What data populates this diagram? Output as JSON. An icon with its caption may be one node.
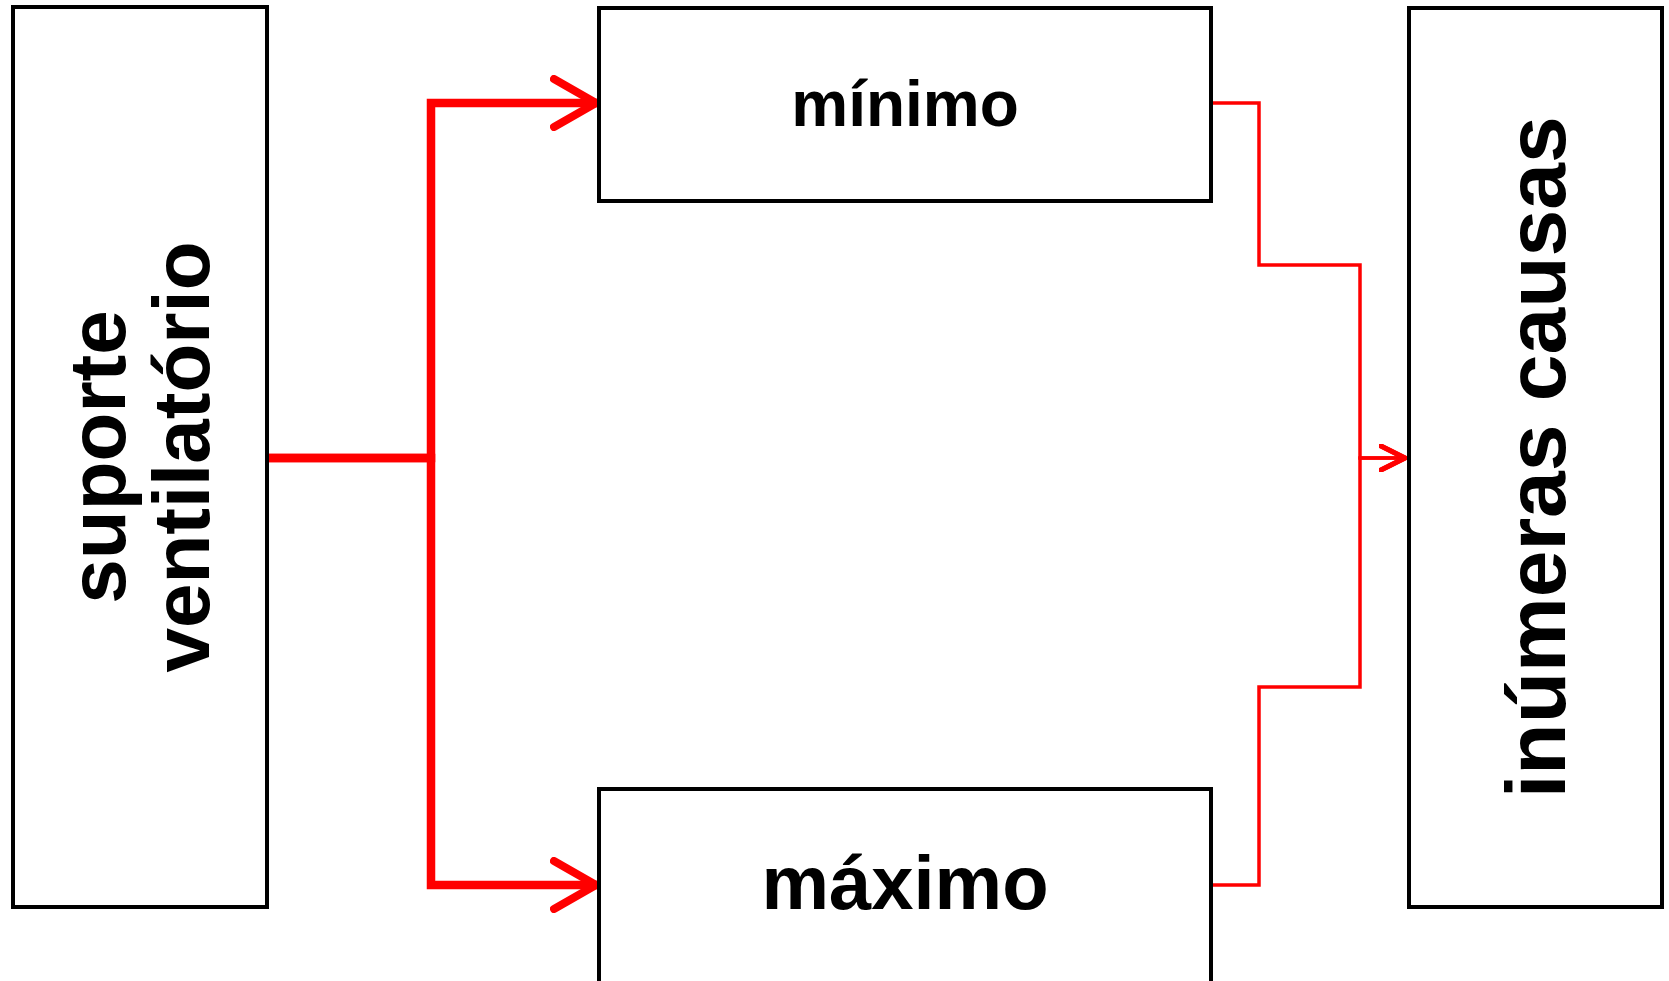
{
  "diagram": {
    "nodes": [
      {
        "text": [
          "suporte ventilatório"
        ]
      },
      {
        "text": [
          "mínimo"
        ]
      },
      {
        "text": [
          "máximo"
        ]
      },
      {
        "text": [
          "inúmeras causas"
        ]
      }
    ],
    "edges": [
      {
        "from": 0,
        "to": 1,
        "arrow": "to",
        "style": "thick"
      },
      {
        "from": 0,
        "to": 2,
        "arrow": "to",
        "style": "thick"
      },
      {
        "from": 1,
        "to": 3,
        "arrow": "to"
      },
      {
        "from": 2,
        "to": 3,
        "arrow": "to"
      }
    ]
  }
}
